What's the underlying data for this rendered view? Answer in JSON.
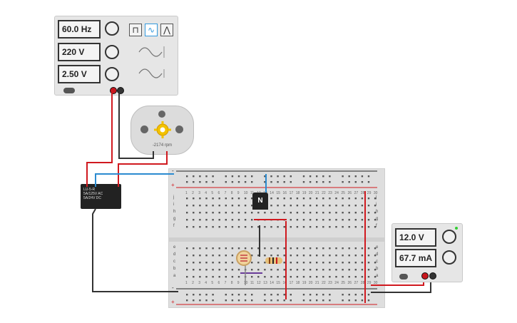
{
  "function_generator": {
    "frequency": "60.0 Hz",
    "amplitude": "220 V",
    "offset": "2.50 V",
    "waveforms": [
      "square",
      "sine",
      "triangle"
    ],
    "selected_waveform": "sine"
  },
  "motor": {
    "speed": "-2174 rpm",
    "icon": "gear-icon"
  },
  "relay": {
    "line1": "LU-5-R",
    "line2": "5A/125V AC",
    "line3": "5A/24V DC"
  },
  "transistor": {
    "label": "N"
  },
  "power_supply": {
    "voltage": "12.0 V",
    "current": "67.7 mA"
  },
  "breadboard": {
    "rows_top": [
      "j",
      "i",
      "h",
      "g",
      "f"
    ],
    "rows_bottom": [
      "e",
      "d",
      "c",
      "b",
      "a"
    ],
    "columns": [
      "1",
      "2",
      "3",
      "4",
      "5",
      "6",
      "7",
      "8",
      "9",
      "10",
      "11",
      "12",
      "13",
      "14",
      "15",
      "16",
      "17",
      "18",
      "19",
      "20",
      "21",
      "22",
      "23",
      "24",
      "25",
      "26",
      "27",
      "28",
      "29",
      "30"
    ],
    "rail_plus": "+",
    "rail_minus": "-"
  },
  "colors": {
    "wire_red": "#d0191f",
    "wire_black": "#333333",
    "wire_blue": "#2b8bd0",
    "wire_purple": "#6a3c99",
    "accent_blue": "#3399dd"
  }
}
